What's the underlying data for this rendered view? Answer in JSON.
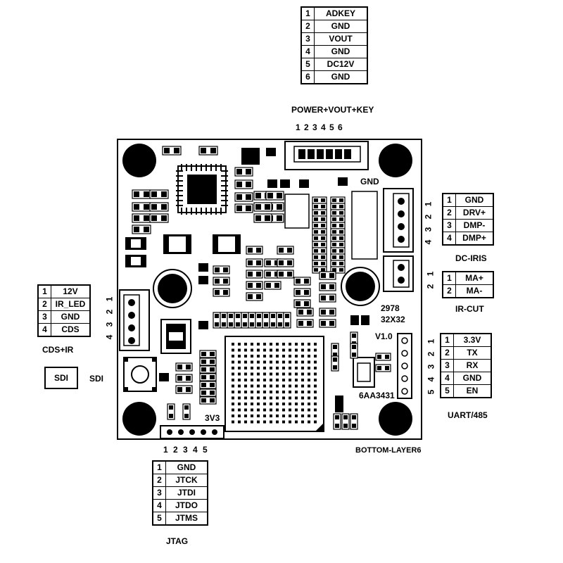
{
  "power_connector": {
    "pins": [
      {
        "num": "1",
        "name": "ADKEY"
      },
      {
        "num": "2",
        "name": "GND"
      },
      {
        "num": "3",
        "name": "VOUT"
      },
      {
        "num": "4",
        "name": "GND"
      },
      {
        "num": "5",
        "name": "DC12V"
      },
      {
        "num": "6",
        "name": "GND"
      }
    ],
    "title": "POWER+VOUT+KEY",
    "pin_numbers": "1 2 3 4 5 6"
  },
  "dc_iris": {
    "pins": [
      {
        "num": "1",
        "name": "GND"
      },
      {
        "num": "2",
        "name": "DRV+"
      },
      {
        "num": "3",
        "name": "DMP-"
      },
      {
        "num": "4",
        "name": "DMP+"
      }
    ],
    "title": "DC-IRIS",
    "pin_numbers": "4 3 2 1"
  },
  "ir_cut": {
    "pins": [
      {
        "num": "1",
        "name": "MA+"
      },
      {
        "num": "2",
        "name": "MA-"
      }
    ],
    "title": "IR-CUT",
    "pin_numbers": "2 1"
  },
  "cds_ir": {
    "pins": [
      {
        "num": "1",
        "name": "12V"
      },
      {
        "num": "2",
        "name": "IR_LED"
      },
      {
        "num": "3",
        "name": "GND"
      },
      {
        "num": "4",
        "name": "CDS"
      }
    ],
    "title": "CDS+IR",
    "pin_numbers": "4 3 2 1"
  },
  "uart": {
    "pins": [
      {
        "num": "1",
        "name": "3.3V"
      },
      {
        "num": "2",
        "name": "TX"
      },
      {
        "num": "3",
        "name": "RX"
      },
      {
        "num": "4",
        "name": "GND"
      },
      {
        "num": "5",
        "name": "EN"
      }
    ],
    "title": "UART/485",
    "pin_numbers": "5 4 3 2 1"
  },
  "jtag": {
    "pins": [
      {
        "num": "1",
        "name": "GND"
      },
      {
        "num": "2",
        "name": "JTCK"
      },
      {
        "num": "3",
        "name": "JTDI"
      },
      {
        "num": "4",
        "name": "JTDO"
      },
      {
        "num": "5",
        "name": "JTMS"
      }
    ],
    "title": "JTAG",
    "pin_numbers": "1 2 3 4 5"
  },
  "sdi": {
    "box_label": "SDI",
    "side_label": "SDI"
  },
  "board": {
    "gnd_label": "GND",
    "size_label_1": "2978",
    "size_label_2": "32X32",
    "version": "V1.0",
    "chip_code": "6AA3431",
    "voltage_label": "3V3",
    "layer_label": "BOTTOM-LAYER6"
  }
}
